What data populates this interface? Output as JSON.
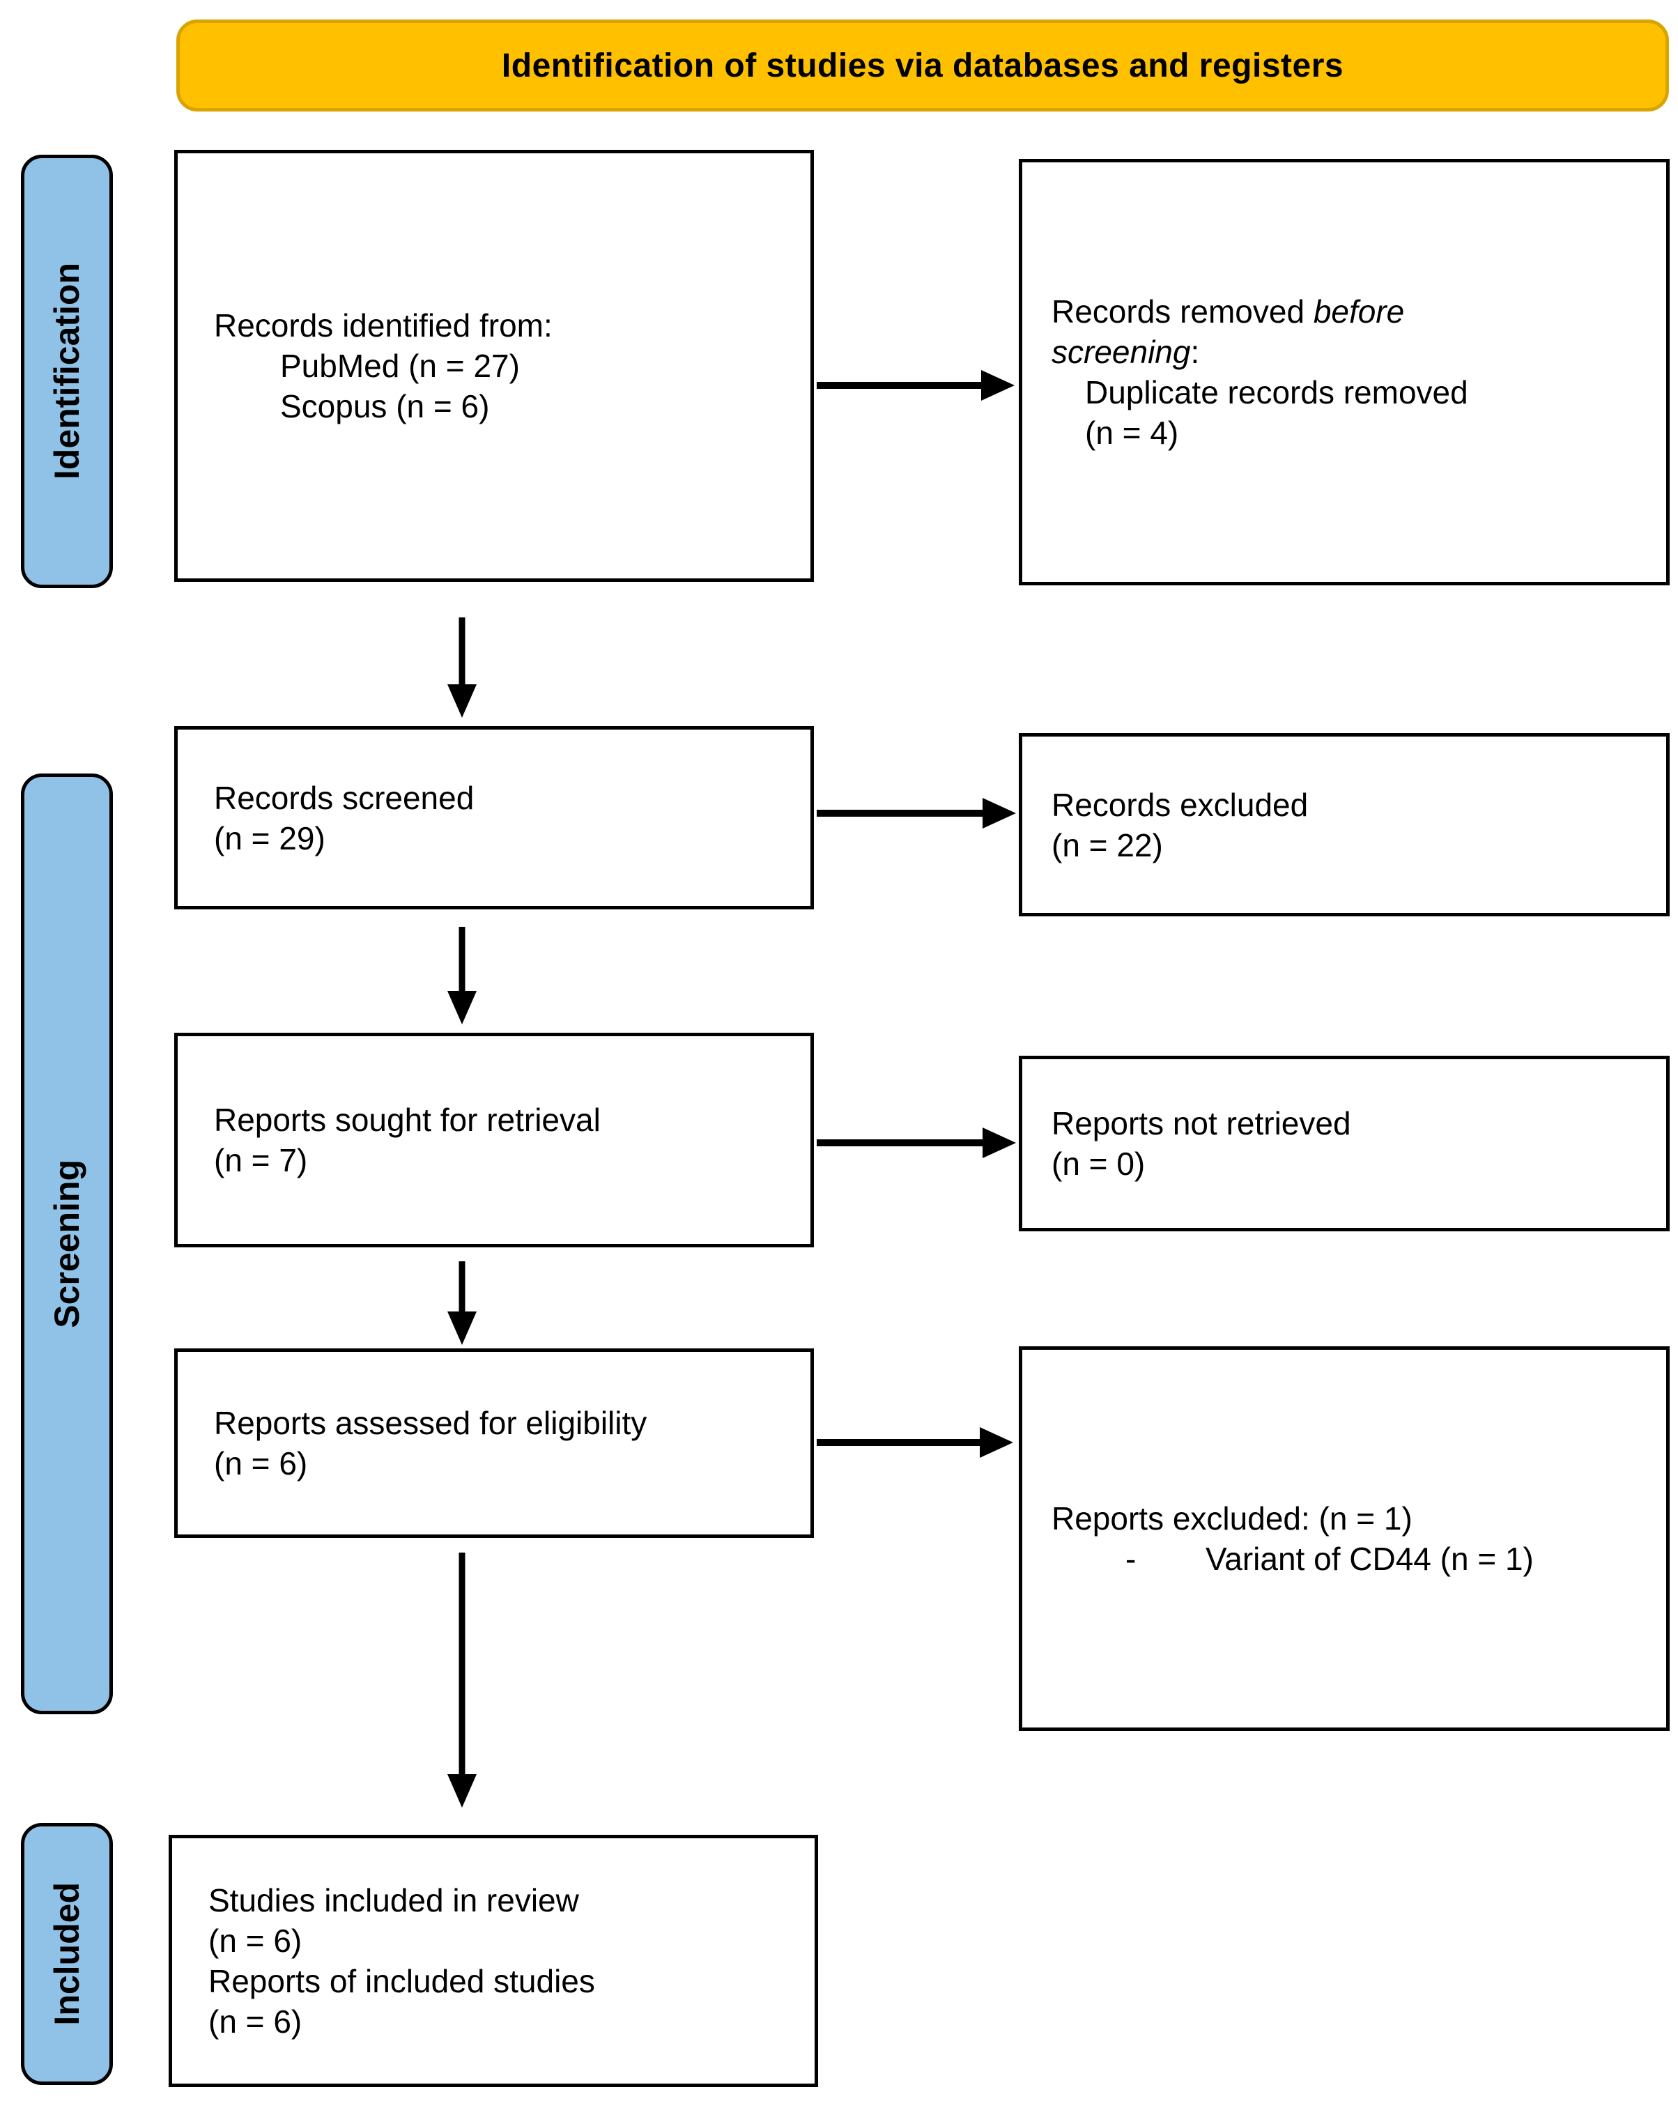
{
  "banner": {
    "title": "Identification of studies via databases and registers"
  },
  "stages": [
    {
      "id": "identification",
      "label": "Identification"
    },
    {
      "id": "screening",
      "label": "Screening"
    },
    {
      "id": "included",
      "label": "Included"
    }
  ],
  "boxes": [
    {
      "id": "records-identified",
      "lines": [
        {
          "parts": [
            {
              "t": "Records identified from:"
            }
          ]
        },
        {
          "indent": 1,
          "parts": [
            {
              "t": "PubMed (n = 27)"
            }
          ]
        },
        {
          "indent": 1,
          "parts": [
            {
              "t": "Scopus (n = 6)"
            }
          ]
        }
      ]
    },
    {
      "id": "records-removed",
      "lines": [
        {
          "parts": [
            {
              "t": "Records removed "
            },
            {
              "t": "before",
              "em": true
            }
          ]
        },
        {
          "parts": [
            {
              "t": "screening",
              "em": true
            },
            {
              "t": ":"
            }
          ]
        },
        {
          "indent": 1,
          "parts": [
            {
              "t": "Duplicate records removed"
            }
          ]
        },
        {
          "indent": 1,
          "parts": [
            {
              "t": "(n = 4)"
            }
          ]
        }
      ]
    },
    {
      "id": "records-screened",
      "lines": [
        {
          "parts": [
            {
              "t": "Records screened"
            }
          ]
        },
        {
          "parts": [
            {
              "t": "(n = 29)"
            }
          ]
        }
      ]
    },
    {
      "id": "records-excluded",
      "lines": [
        {
          "parts": [
            {
              "t": "Records excluded"
            }
          ]
        },
        {
          "parts": [
            {
              "t": "(n = 22)"
            }
          ]
        }
      ]
    },
    {
      "id": "reports-sought",
      "lines": [
        {
          "parts": [
            {
              "t": "Reports sought for retrieval"
            }
          ]
        },
        {
          "parts": [
            {
              "t": "(n = 7)"
            }
          ]
        }
      ]
    },
    {
      "id": "reports-not-retrieved",
      "lines": [
        {
          "parts": [
            {
              "t": "Reports not retrieved"
            }
          ]
        },
        {
          "parts": [
            {
              "t": "(n = 0)"
            }
          ]
        }
      ]
    },
    {
      "id": "reports-assessed",
      "lines": [
        {
          "parts": [
            {
              "t": "Reports assessed for eligibility"
            }
          ]
        },
        {
          "parts": [
            {
              "t": "(n = 6)"
            }
          ]
        }
      ]
    },
    {
      "id": "reports-excluded",
      "lines": [
        {
          "parts": [
            {
              "t": "Reports excluded: (n = 1)"
            }
          ]
        },
        {
          "dash": "-",
          "parts": [
            {
              "t": "Variant of CD44 (n = 1)"
            }
          ]
        }
      ]
    },
    {
      "id": "studies-included",
      "lines": [
        {
          "parts": [
            {
              "t": "Studies included in review"
            }
          ]
        },
        {
          "parts": [
            {
              "t": "(n = 6)"
            }
          ]
        },
        {
          "parts": [
            {
              "t": "Reports of included studies"
            }
          ]
        },
        {
          "parts": [
            {
              "t": "(n = 6)"
            }
          ]
        }
      ]
    }
  ],
  "colors": {
    "banner_fill": "#FFC000",
    "banner_border": "#D9A400",
    "stage_fill": "#8FC2E6",
    "box_border": "#000000",
    "arrow": "#000000"
  }
}
